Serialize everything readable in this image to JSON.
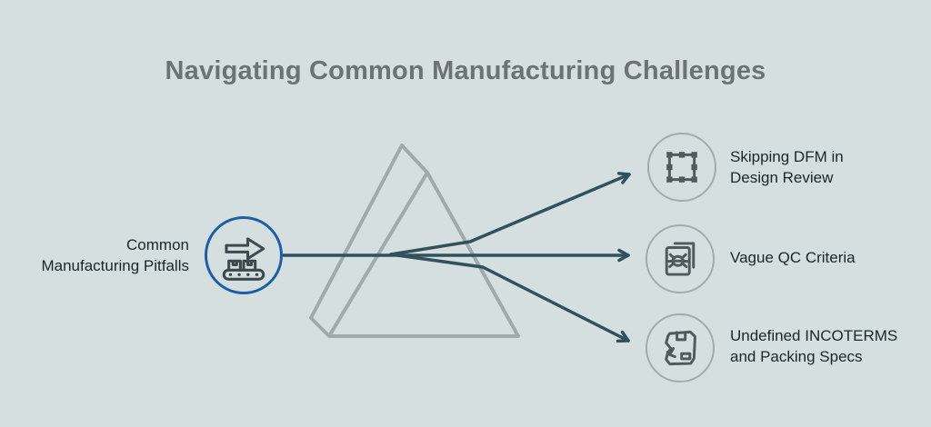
{
  "title": "Navigating Common Manufacturing Challenges",
  "source_node": {
    "icon": "conveyor-belt-arrow-icon",
    "label_line1": "Common",
    "label_line2": "Manufacturing Pitfalls"
  },
  "targets": [
    {
      "icon": "artboard-handles-icon",
      "label_line1": "Skipping DFM in",
      "label_line2": "Design Review"
    },
    {
      "icon": "bug-inspection-icon",
      "label_line1": "Vague QC Criteria",
      "label_line2": ""
    },
    {
      "icon": "damaged-package-icon",
      "label_line1": "Undefined INCOTERMS",
      "label_line2": "and Packing Specs"
    }
  ],
  "colors": {
    "background": "#d6dfdf",
    "title_text": "#6b7473",
    "label_text": "#16282d",
    "source_ring": "#1d5ea6",
    "target_ring": "#a3acac",
    "prism_outline": "#a1aaaa",
    "ray_arrow": "#31515c",
    "icon_stroke": "#44504f"
  }
}
